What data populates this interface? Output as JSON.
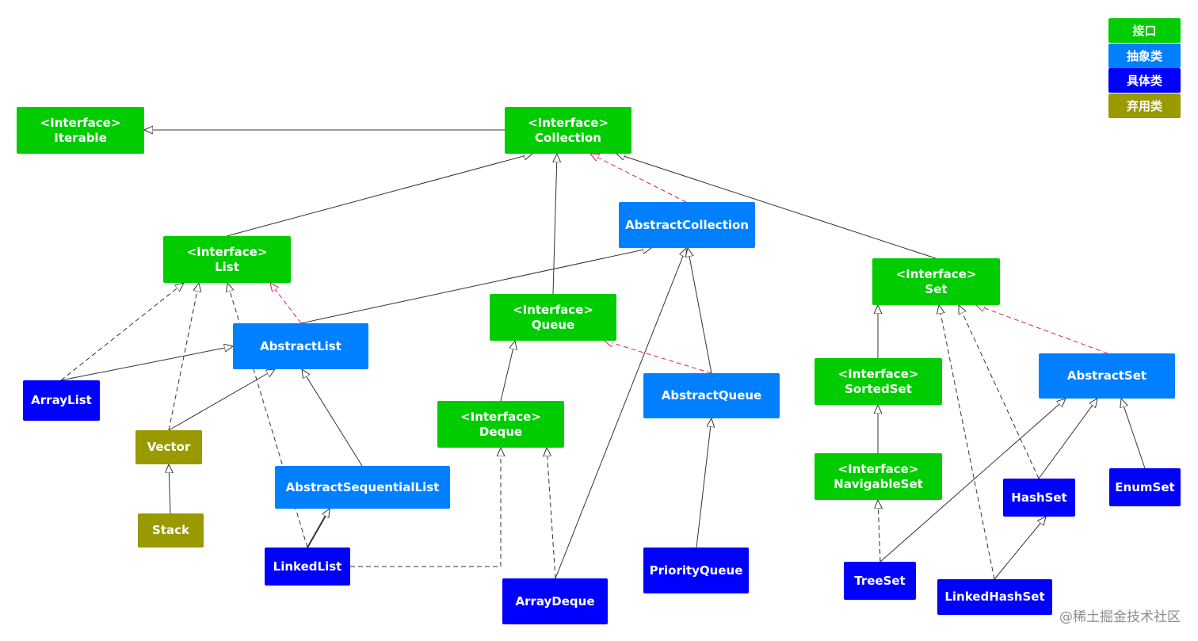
{
  "legend": {
    "interface": "接口",
    "abstract": "抽象类",
    "concrete": "具体类",
    "deprecated": "弃用类"
  },
  "colors": {
    "interface": "#00cc00",
    "abstract": "#0080ff",
    "concrete": "#0000ff",
    "deprecated": "#999900",
    "implements_edge": "#d81b60",
    "edge": "#333333"
  },
  "nodes": {
    "iterable": {
      "line1": "<Interface>",
      "line2": "Iterable"
    },
    "collection": {
      "line1": "<Interface>",
      "line2": "Collection"
    },
    "abstract_collection": {
      "label": "AbstractCollection"
    },
    "list": {
      "line1": "<Interface>",
      "line2": "List"
    },
    "queue": {
      "line1": "<Interface>",
      "line2": "Queue"
    },
    "set": {
      "line1": "<Interface>",
      "line2": "Set"
    },
    "abstract_list": {
      "label": "AbstractList"
    },
    "abstract_queue": {
      "label": "AbstractQueue"
    },
    "abstract_set": {
      "label": "AbstractSet"
    },
    "array_list": {
      "label": "ArrayList"
    },
    "vector": {
      "label": "Vector"
    },
    "stack": {
      "label": "Stack"
    },
    "deque": {
      "line1": "<Interface>",
      "line2": "Deque"
    },
    "sorted_set": {
      "line1": "<Interface>",
      "line2": "SortedSet"
    },
    "navigable_set": {
      "line1": "<Interface>",
      "line2": "NavigableSet"
    },
    "abstract_sequential_list": {
      "label": "AbstractSequentialList"
    },
    "linked_list": {
      "label": "LinkedList"
    },
    "array_deque": {
      "label": "ArrayDeque"
    },
    "priority_queue": {
      "label": "PriorityQueue"
    },
    "tree_set": {
      "label": "TreeSet"
    },
    "hash_set": {
      "label": "HashSet"
    },
    "linked_hash_set": {
      "label": "LinkedHashSet"
    },
    "enum_set": {
      "label": "EnumSet"
    }
  },
  "watermark": "@稀土掘金技术社区"
}
